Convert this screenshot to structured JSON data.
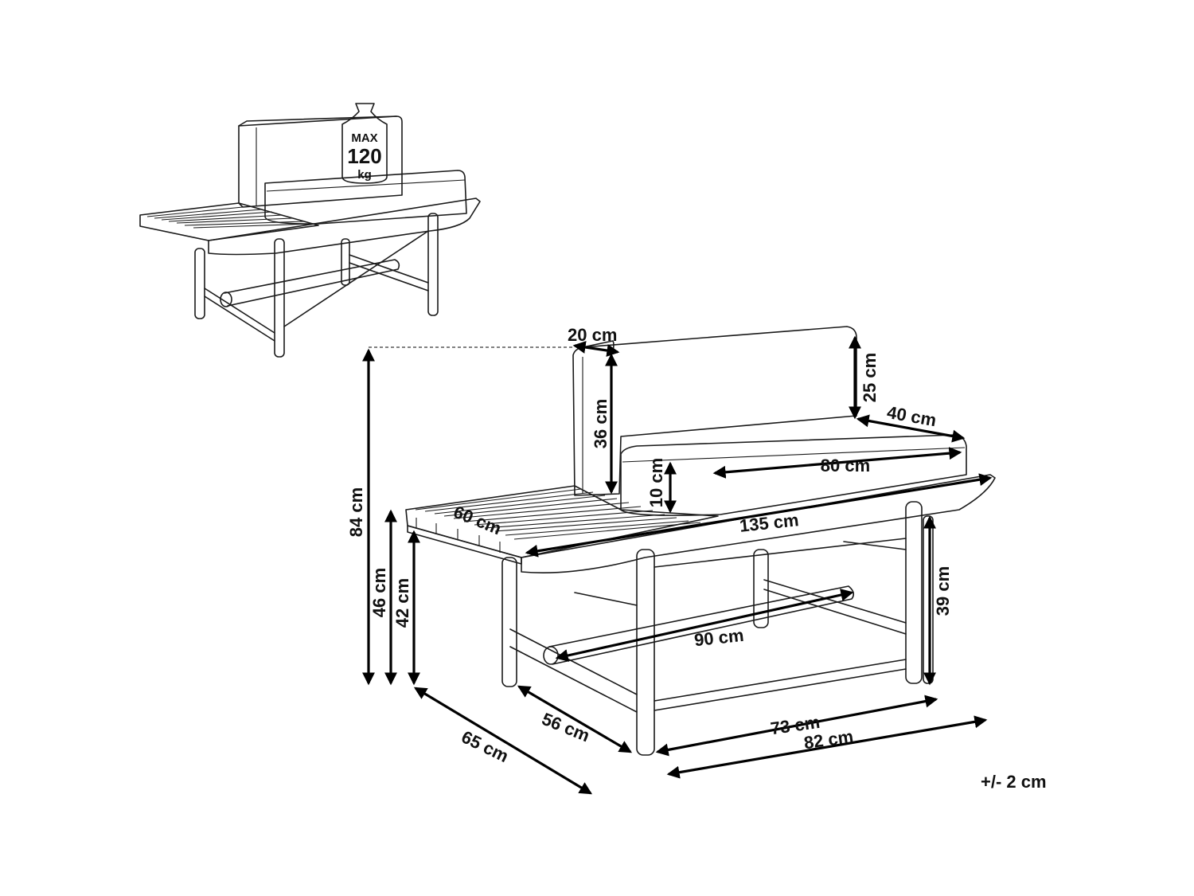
{
  "weight_icon": {
    "icon": "weight-icon",
    "line1": "MAX",
    "line2": "120",
    "line3": "kg"
  },
  "dimensions": {
    "d_20": "20 cm",
    "d_25": "25 cm",
    "d_36": "36 cm",
    "d_40": "40 cm",
    "d_80": "80 cm",
    "d_10": "10 cm",
    "d_60": "60 cm",
    "d_135": "135 cm",
    "d_84": "84 cm",
    "d_46": "46 cm",
    "d_42": "42 cm",
    "d_39": "39 cm",
    "d_90": "90 cm",
    "d_56": "56 cm",
    "d_65": "65 cm",
    "d_73": "73 cm",
    "d_82": "82 cm"
  },
  "tolerance": "+/- 2 cm"
}
